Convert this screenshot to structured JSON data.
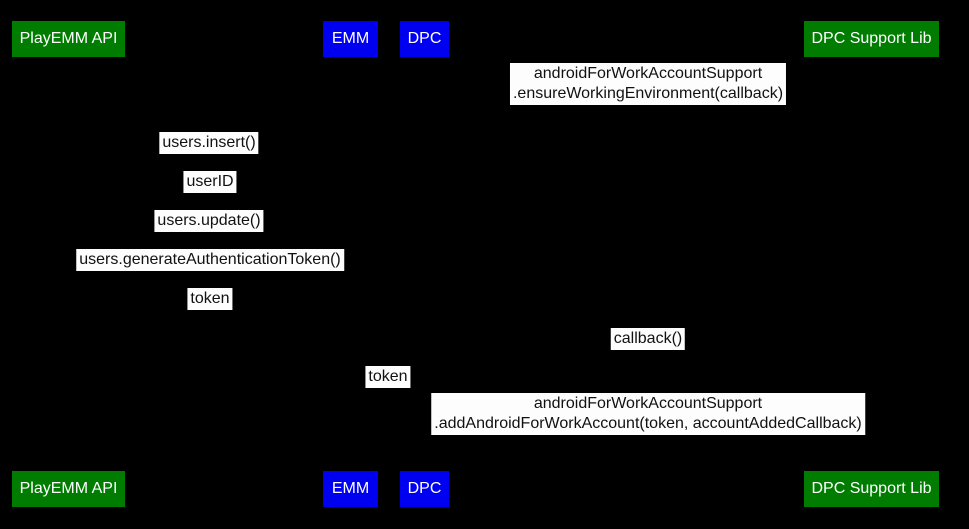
{
  "colors": {
    "background": "#000000",
    "actor-green": "#007d00",
    "actor-blue": "#0000f0",
    "actor-text": "#ffffff",
    "label-bg": "#fdfdfd",
    "label-text": "#111111"
  },
  "actors": [
    {
      "label": "PlayEMM API",
      "color": "green"
    },
    {
      "label": "EMM",
      "color": "blue"
    },
    {
      "label": "DPC",
      "color": "blue"
    },
    {
      "label": "DPC Support Lib",
      "color": "green"
    }
  ],
  "messages": [
    {
      "text": "androidForWorkAccountSupport\n.ensureWorkingEnvironment(callback)"
    },
    {
      "text": "users.insert()"
    },
    {
      "text": "userID"
    },
    {
      "text": "users.update()"
    },
    {
      "text": "users.generateAuthenticationToken()"
    },
    {
      "text": "token"
    },
    {
      "text": "callback()"
    },
    {
      "text": "token"
    },
    {
      "text": "androidForWorkAccountSupport\n.addAndroidForWorkAccount(token, accountAddedCallback)"
    }
  ]
}
